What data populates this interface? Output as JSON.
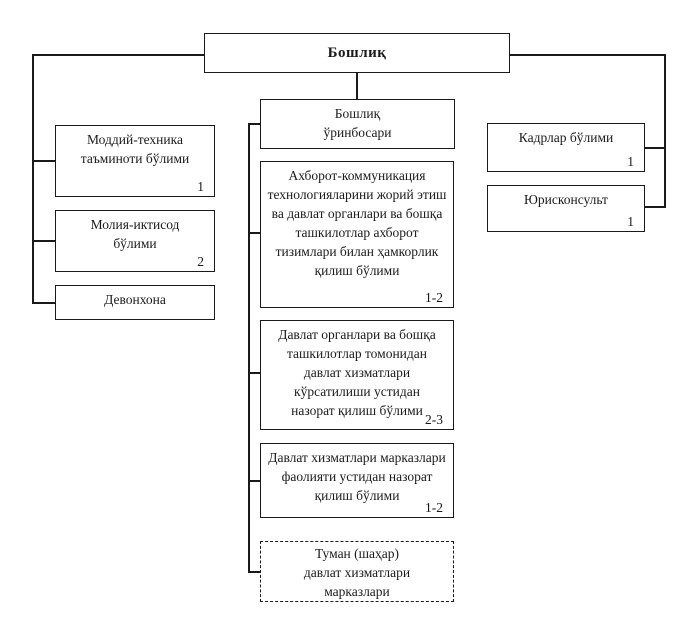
{
  "page": {
    "background": "#ffffff",
    "line_color": "#1a1a1a"
  },
  "nodes": {
    "boss": {
      "label": "Бошлиқ"
    },
    "deputy": {
      "label": "Бошлиқ\nўринбосари"
    },
    "center": [
      {
        "label": "Ахборот-коммуникация\nтехнологияларини жорий этиш\nва давлат органлари ва бошқа\nташкилотлар ахборот\nтизимлари билан ҳамкорлик\nқилиш бўлими",
        "count": "1-2"
      },
      {
        "label": "Давлат органлари ва бошқа\nташкилотлар томонидан\nдавлат хизматлари\nкўрсатилиши устидан\nназорат қилиш бўлими",
        "count": "2-3"
      },
      {
        "label": "Давлат хизматлари марказлари\nфаолияти устидан назорат\nқилиш бўлими",
        "count": "1-2"
      }
    ],
    "dashed": {
      "label": "Туман (шаҳар)\nдавлат хизматлари\nмарказлари"
    },
    "left": [
      {
        "label": "Моддий-техника\nтаъминоти бўлими",
        "count": "1"
      },
      {
        "label": "Молия-иктисод\nбўлими",
        "count": "2"
      },
      {
        "label": "Девонхона",
        "count": ""
      }
    ],
    "right": [
      {
        "label": "Кадрлар бўлими",
        "count": "1"
      },
      {
        "label": "Юрисконсульт",
        "count": "1"
      }
    ]
  }
}
